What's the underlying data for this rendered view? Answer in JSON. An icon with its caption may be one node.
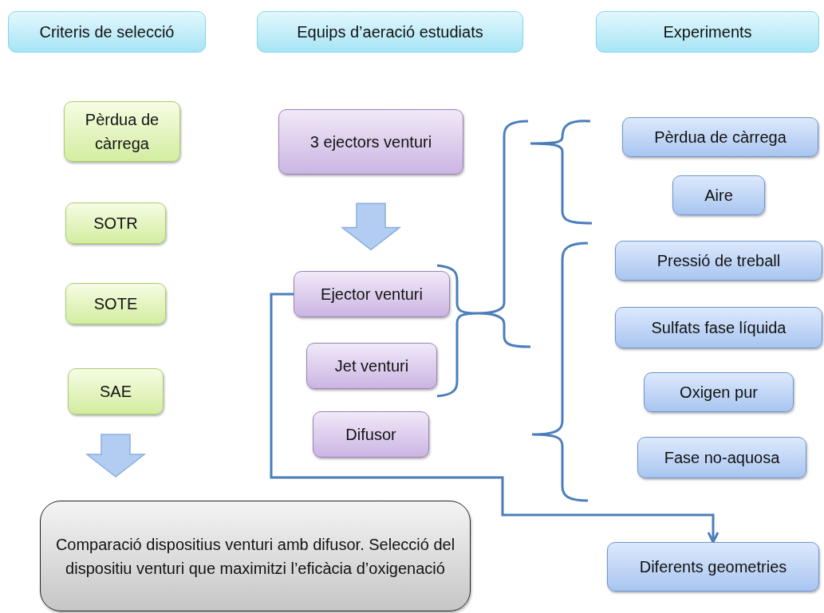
{
  "diagram": {
    "nodes": [
      {
        "text": [
          "Criteris de selecció"
        ]
      },
      {
        "text": [
          "Equips d’aeració estudiats"
        ]
      },
      {
        "text": [
          "Experiments"
        ]
      },
      {
        "text": [
          "Pèrdua de càrrega"
        ]
      },
      {
        "text": [
          "SOTR"
        ]
      },
      {
        "text": [
          "SOTE"
        ]
      },
      {
        "text": [
          "SAE"
        ]
      },
      {
        "text": [
          "3 ejectors venturi"
        ]
      },
      {
        "text": [
          "Ejector venturi"
        ]
      },
      {
        "text": [
          "Jet venturi"
        ]
      },
      {
        "text": [
          "Difusor"
        ]
      },
      {
        "text": [
          "Pèrdua de càrrega"
        ]
      },
      {
        "text": [
          "Aire"
        ]
      },
      {
        "text": [
          "Pressió de treball"
        ]
      },
      {
        "text": [
          "Sulfats fase líquida"
        ]
      },
      {
        "text": [
          "Oxigen pur"
        ]
      },
      {
        "text": [
          "Fase no-aquosa"
        ]
      },
      {
        "text": [
          "Comparació dispositius venturi amb difusor. Selecció del dispositiu venturi que maximitzi l’eficàcia d’oxigenació"
        ]
      },
      {
        "text": [
          "Diferents geometries"
        ]
      }
    ],
    "edges": [
      {
        "from": 7,
        "to": 8,
        "arrow": "to",
        "style": "thick"
      },
      {
        "from": 6,
        "to": 17,
        "arrow": "to",
        "style": "thick"
      },
      {
        "from": 8,
        "to": 18,
        "arrow": "to",
        "color": "#4a7ebb"
      }
    ]
  }
}
